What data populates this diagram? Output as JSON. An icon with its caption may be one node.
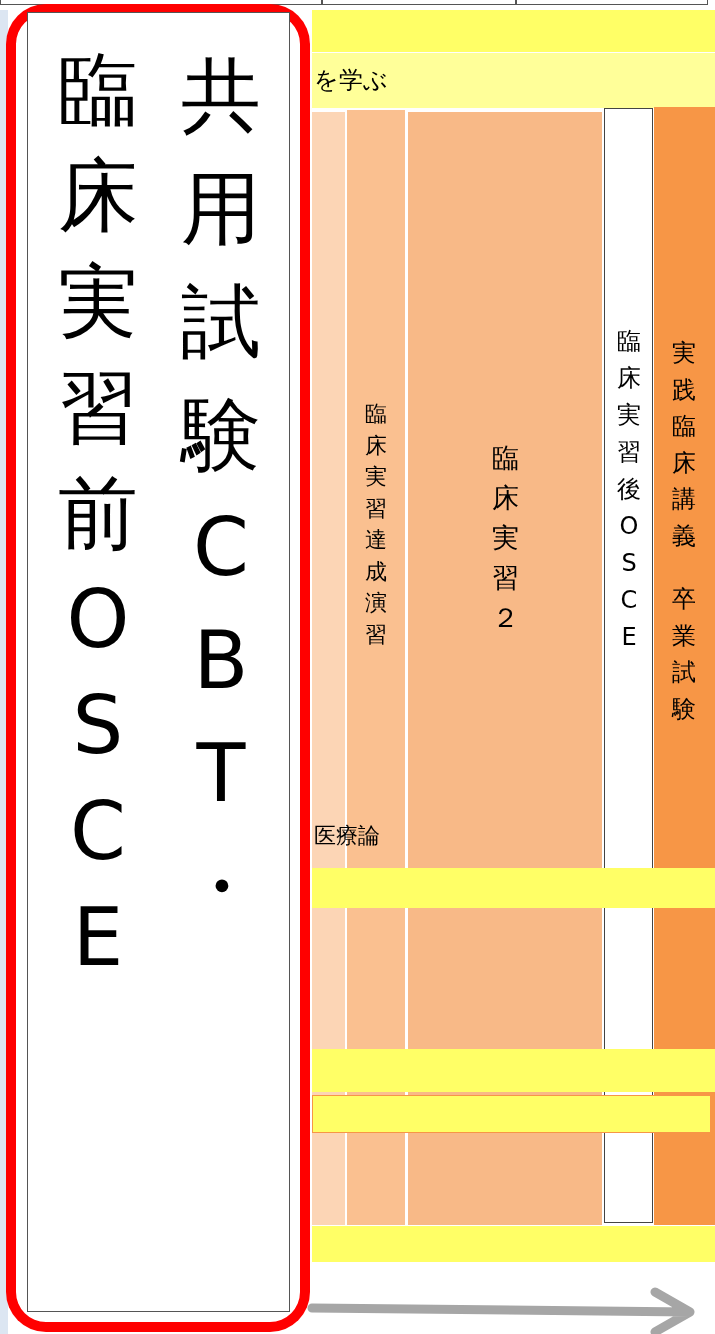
{
  "diagram": {
    "nodes": [
      {
        "text": [],
        "shape": "band"
      },
      {
        "text": [
          "を学ぶ"
        ]
      },
      {
        "text": [],
        "shape": "box"
      },
      {
        "text": [
          "臨床実習前OSCE",
          "共用試験CBT・"
        ],
        "in": 2
      },
      {
        "text": [],
        "shape": "bar"
      },
      {
        "text": [
          "臨床実習達成演習"
        ]
      },
      {
        "text": [
          "臨床実習２"
        ]
      },
      {
        "text": [
          "臨床実習後OSCE"
        ]
      },
      {
        "text": [
          "実践臨床講義",
          "卒業試験"
        ]
      },
      {
        "text": [],
        "shape": "band"
      },
      {
        "text": [],
        "shape": "band"
      },
      {
        "text": [],
        "shape": "band"
      },
      {
        "text": [],
        "shape": "band"
      }
    ],
    "labels": [
      "医療論"
    ]
  }
}
